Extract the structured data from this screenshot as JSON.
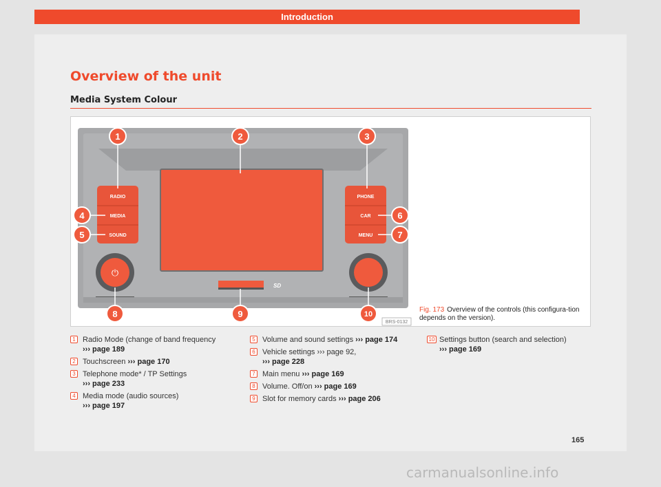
{
  "header": {
    "section": "Introduction"
  },
  "title": "Overview of the unit",
  "subtitle": "Media System Colour",
  "figure": {
    "code": "BRS-0132",
    "buttons_left": [
      "RADIO",
      "MEDIA",
      "SOUND"
    ],
    "buttons_right": [
      "PHONE",
      "CAR",
      "MENU"
    ],
    "callouts": [
      "1",
      "2",
      "3",
      "4",
      "5",
      "6",
      "7",
      "8",
      "9",
      "10"
    ],
    "sd_label": "SD",
    "power_symbol": "⏻",
    "caption_label": "Fig. 173",
    "caption_text": "Overview of the controls (this configura-tion depends on the version)."
  },
  "legend": {
    "col1": [
      {
        "num": "1",
        "text": "Radio Mode (change of band frequency",
        "ref": "››› page 189"
      },
      {
        "num": "2",
        "text": "Touchscreen",
        "ref": "››› page 170"
      },
      {
        "num": "3",
        "text": "Telephone mode* / TP Settings",
        "ref": "››› page 233"
      },
      {
        "num": "4",
        "text": "Media mode (audio sources)",
        "ref": "››› page 197"
      }
    ],
    "col2": [
      {
        "num": "5",
        "text": "Volume and sound settings",
        "ref": "››› page 174"
      },
      {
        "num": "6",
        "text": "Vehicle settings ››› page 92,",
        "ref": "››› page 228"
      },
      {
        "num": "7",
        "text": "Main menu",
        "ref": "››› page 169"
      },
      {
        "num": "8",
        "text": "Volume. Off/on",
        "ref": "››› page 169"
      },
      {
        "num": "9",
        "text": "Slot for memory cards",
        "ref": "››› page 206"
      }
    ],
    "col3": [
      {
        "num": "10",
        "text": "Settings button (search and selection)",
        "ref": "››› page 169"
      }
    ]
  },
  "page_number": "165",
  "watermark": "carmanualsonline.info",
  "colors": {
    "accent": "#ef4a2c",
    "panel": "#a7a8aa",
    "button": "#e8553a"
  }
}
